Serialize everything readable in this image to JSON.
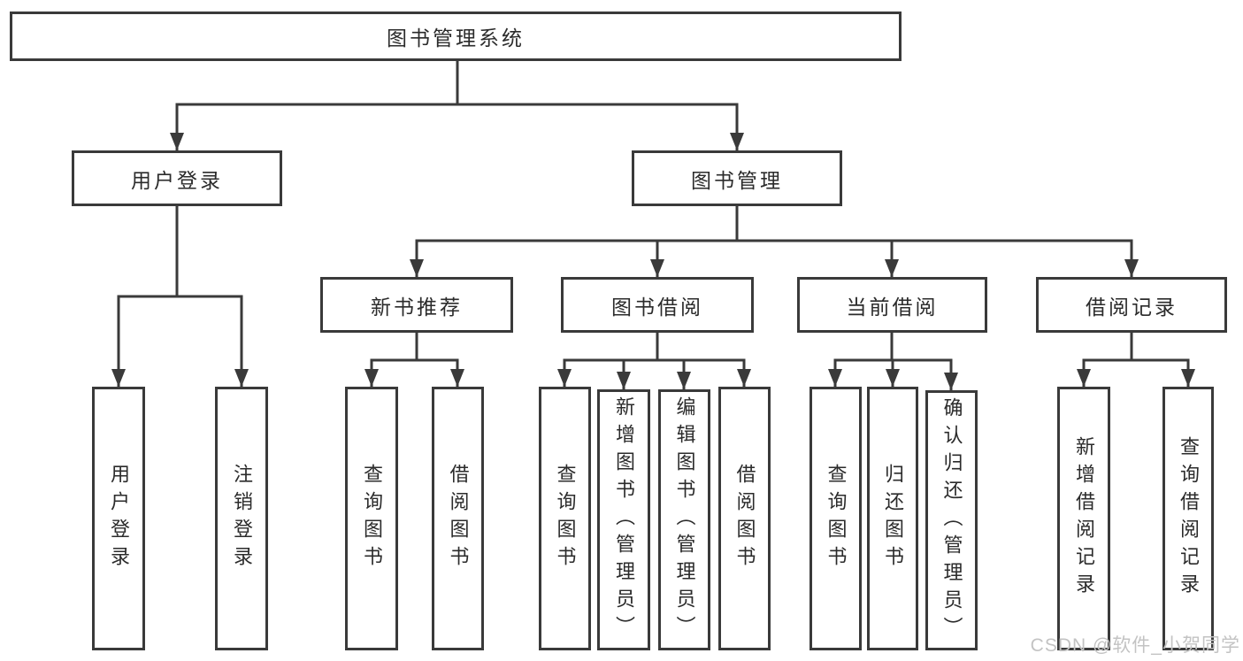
{
  "diagram": {
    "title": "图书管理系统",
    "tree": {
      "root": {
        "label": "图书管理系统",
        "children": [
          {
            "label": "用户登录",
            "children": [
              {
                "label": "用户登录"
              },
              {
                "label": "注销登录"
              }
            ]
          },
          {
            "label": "图书管理",
            "children": [
              {
                "label": "新书推荐",
                "children": [
                  {
                    "label": "查询图书"
                  },
                  {
                    "label": "借阅图书"
                  }
                ]
              },
              {
                "label": "图书借阅",
                "children": [
                  {
                    "label": "查询图书"
                  },
                  {
                    "label": "新增图书（管理员）"
                  },
                  {
                    "label": "编辑图书（管理员）"
                  },
                  {
                    "label": "借阅图书"
                  }
                ]
              },
              {
                "label": "当前借阅",
                "children": [
                  {
                    "label": "查询图书"
                  },
                  {
                    "label": "归还图书"
                  },
                  {
                    "label": "确认归还（管理员）"
                  }
                ]
              },
              {
                "label": "借阅记录",
                "children": [
                  {
                    "label": "新增借阅记录"
                  },
                  {
                    "label": "查询借阅记录"
                  }
                ]
              }
            ]
          }
        ]
      }
    },
    "colors": {
      "line": "#3a3a3a",
      "box_border": "#3a3a3a",
      "text": "#2b2b2b",
      "background": "#ffffff",
      "watermark": "#c3c3c3"
    }
  },
  "watermark": {
    "text": "CSDN @软件_小贺同学"
  }
}
